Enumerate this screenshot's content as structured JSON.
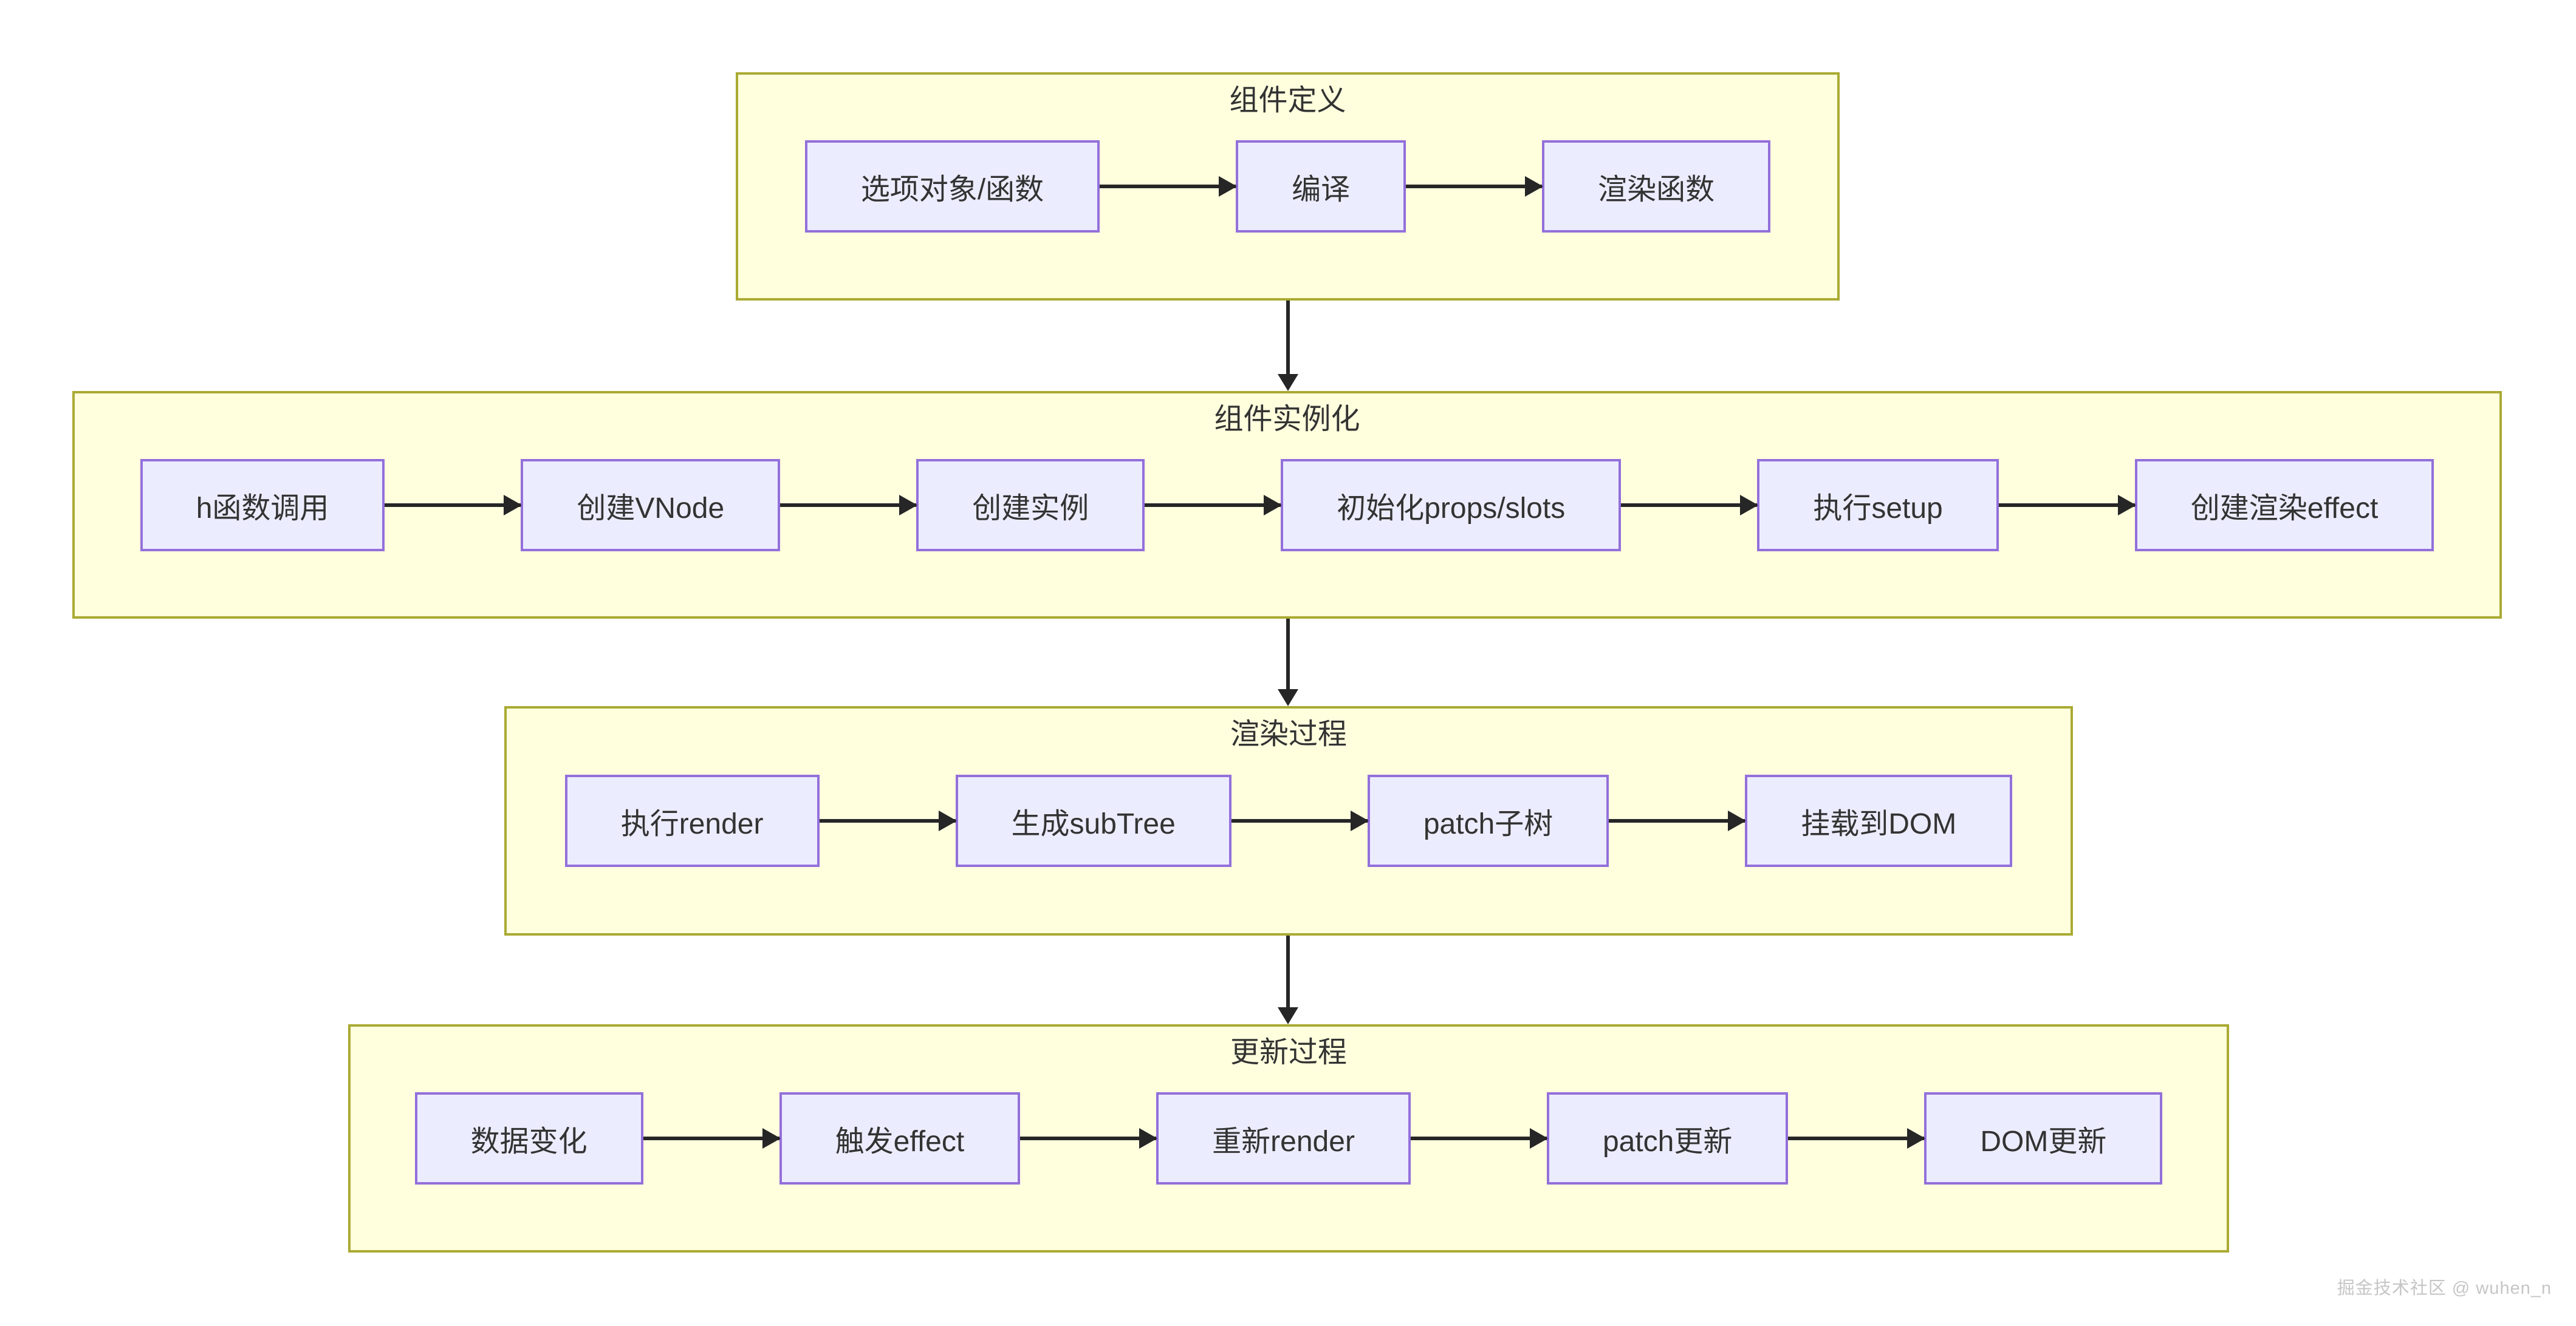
{
  "diagram": {
    "colors": {
      "page_bg": "#ffffff",
      "group_fill": "#ffffde",
      "group_border": "#aaaa33",
      "node_fill": "#ececff",
      "node_border": "#9370db",
      "arrow_color": "#262626",
      "text_color": "#333333",
      "watermark_color": "#c6c6c6"
    },
    "sections": [
      {
        "title": "组件定义",
        "nodes": [
          "选项对象/函数",
          "编译",
          "渲染函数"
        ]
      },
      {
        "title": "组件实例化",
        "nodes": [
          "h函数调用",
          "创建VNode",
          "创建实例",
          "初始化props/slots",
          "执行setup",
          "创建渲染effect"
        ]
      },
      {
        "title": "渲染过程",
        "nodes": [
          "执行render",
          "生成subTree",
          "patch子树",
          "挂载到DOM"
        ]
      },
      {
        "title": "更新过程",
        "nodes": [
          "数据变化",
          "触发effect",
          "重新render",
          "patch更新",
          "DOM更新"
        ]
      }
    ]
  },
  "watermark": "掘金技术社区 @ wuhen_n"
}
